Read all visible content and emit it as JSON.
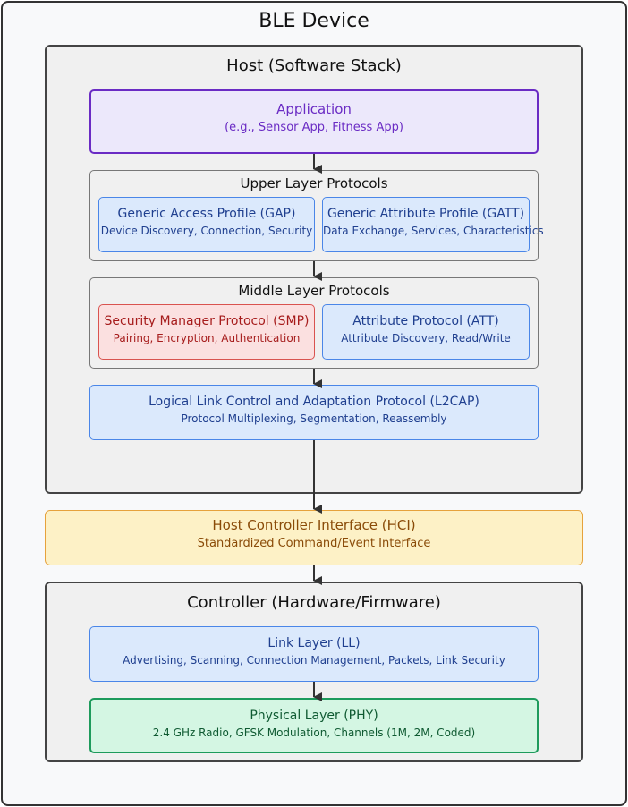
{
  "device": {
    "title": "BLE Device"
  },
  "host": {
    "title": "Host (Software Stack)",
    "application": {
      "name": "Application",
      "desc": "(e.g., Sensor App, Fitness App)"
    },
    "upper": {
      "title": "Upper Layer Protocols",
      "gap": {
        "name": "Generic Access Profile (GAP)",
        "desc": "Device Discovery, Connection, Security"
      },
      "gatt": {
        "name": "Generic Attribute Profile (GATT)",
        "desc": "Data Exchange, Services, Characteristics"
      }
    },
    "middle": {
      "title": "Middle Layer Protocols",
      "smp": {
        "name": "Security Manager Protocol (SMP)",
        "desc": "Pairing, Encryption, Authentication"
      },
      "att": {
        "name": "Attribute Protocol (ATT)",
        "desc": "Attribute Discovery, Read/Write"
      }
    },
    "l2cap": {
      "name": "Logical Link Control and Adaptation Protocol (L2CAP)",
      "desc": "Protocol Multiplexing, Segmentation, Reassembly"
    }
  },
  "hci": {
    "name": "Host Controller Interface (HCI)",
    "desc": "Standardized Command/Event Interface"
  },
  "controller": {
    "title": "Controller (Hardware/Firmware)",
    "ll": {
      "name": "Link Layer (LL)",
      "desc": "Advertising, Scanning, Connection Management, Packets, Link Security"
    },
    "phy": {
      "name": "Physical Layer (PHY)",
      "desc": "2.4 GHz Radio, GFSK Modulation, Channels (1M, 2M, Coded)"
    }
  },
  "colors": {
    "application": "#6a2bc4",
    "protocol": "#4a86e8",
    "security": "#d9534f",
    "hci": "#e6a23c",
    "phy": "#1e9b5c",
    "arrow": "#333333"
  }
}
